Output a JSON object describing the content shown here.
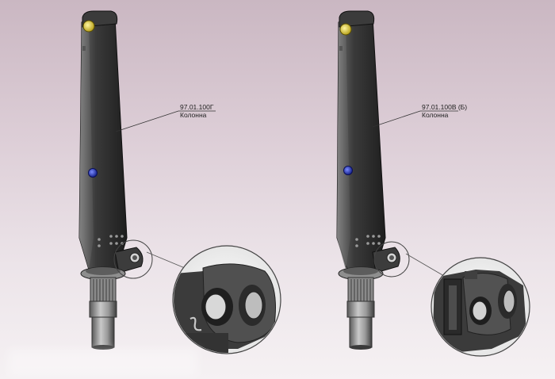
{
  "callouts": {
    "left": {
      "code": "97.01.100Г",
      "name": "Колонна"
    },
    "right": {
      "code": "97.01.100В (Б)",
      "name": "Колонна"
    }
  },
  "colors": {
    "background_top": "#cab7c2",
    "background_bottom": "#f5f1f3",
    "column_dark": "#2c2c2c",
    "column_mid": "#4a4a4a",
    "pin_yellow": "#d8c436",
    "bolt_blue": "#2a3ba8",
    "detail_circle_bg": "#f2f2f2"
  }
}
